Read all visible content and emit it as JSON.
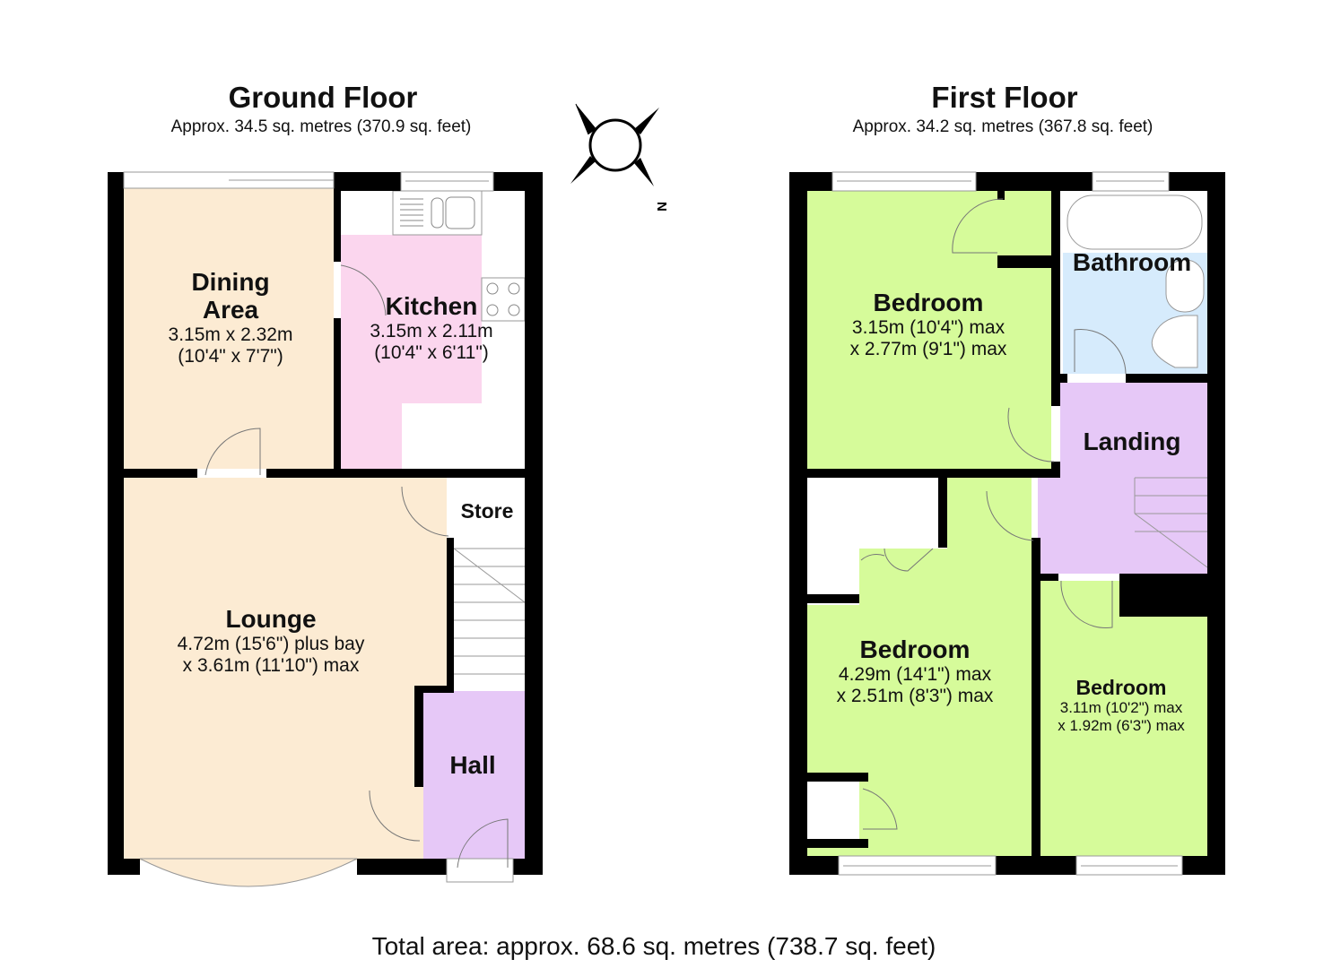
{
  "colors": {
    "wall": "#000000",
    "dining": "#fcebd3",
    "lounge": "#fcebd3",
    "kitchen": "#fbd6ee",
    "hall": "#e6c8f7",
    "landing": "#e6c8f7",
    "bedroom": "#d6fb9a",
    "bathroom": "#d6ebfc"
  },
  "compass": {
    "icon": "compass-rose-icon",
    "north_label": "N"
  },
  "ground_floor": {
    "title": "Ground Floor",
    "area": "Approx. 34.5 sq. metres (370.9 sq. feet)",
    "rooms": [
      {
        "name": "Dining",
        "name2": "Area",
        "dim1": "3.15m x 2.32m",
        "dim2": "(10'4\" x 7'7\")"
      },
      {
        "name": "Kitchen",
        "dim1": "3.15m x 2.11m",
        "dim2": "(10'4\" x 6'11\")"
      },
      {
        "name": "Store"
      },
      {
        "name": "Lounge",
        "dim1": "4.72m (15'6\") plus bay",
        "dim2": "x 3.61m (11'10\") max"
      },
      {
        "name": "Hall"
      }
    ]
  },
  "first_floor": {
    "title": "First Floor",
    "area": "Approx. 34.2 sq. metres (367.8 sq. feet)",
    "rooms": [
      {
        "name": "Bedroom",
        "dim1": "3.15m (10'4\") max",
        "dim2": "x 2.77m (9'1\") max"
      },
      {
        "name": "Bathroom"
      },
      {
        "name": "Landing"
      },
      {
        "name": "Bedroom",
        "dim1": "4.29m (14'1\") max",
        "dim2": "x 2.51m (8'3\") max"
      },
      {
        "name": "Bedroom",
        "dim1": "3.11m (10'2\") max",
        "dim2": "x 1.92m (6'3\") max"
      }
    ]
  },
  "total_area": "Total area: approx. 68.6 sq. metres (738.7 sq. feet)"
}
